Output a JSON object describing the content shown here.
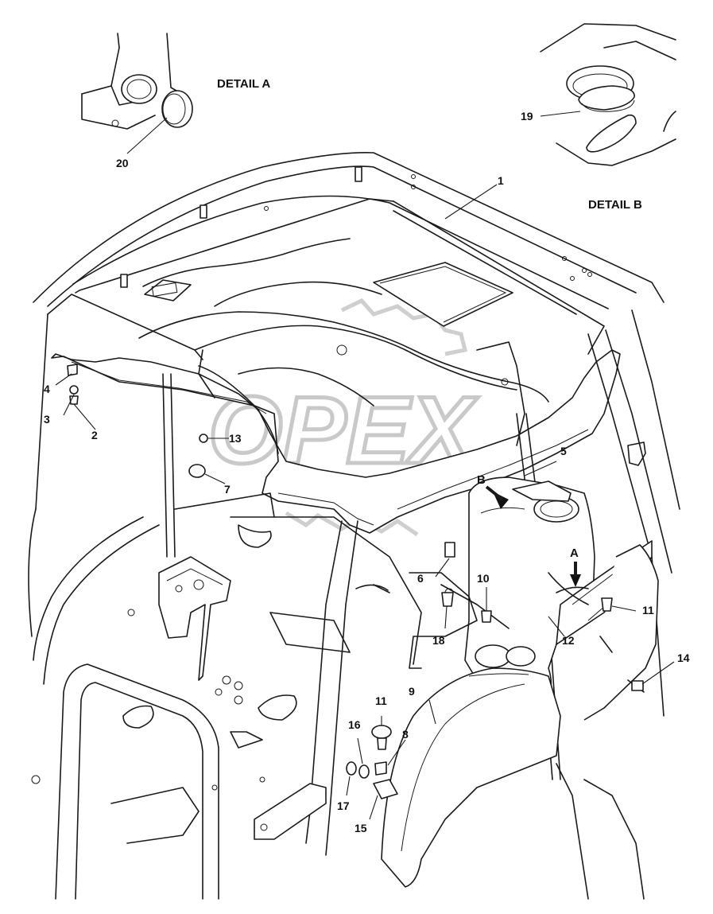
{
  "details": {
    "a_title": "DETAIL A",
    "b_title": "DETAIL B",
    "a_marker": "A",
    "b_marker": "B"
  },
  "watermark": {
    "text": "OPEX"
  },
  "callouts": [
    "1",
    "2",
    "3",
    "4",
    "5",
    "6",
    "7",
    "8",
    "9",
    "10",
    "11",
    "12",
    "13",
    "14",
    "15",
    "16",
    "17",
    "18",
    "19",
    "20",
    "11"
  ]
}
